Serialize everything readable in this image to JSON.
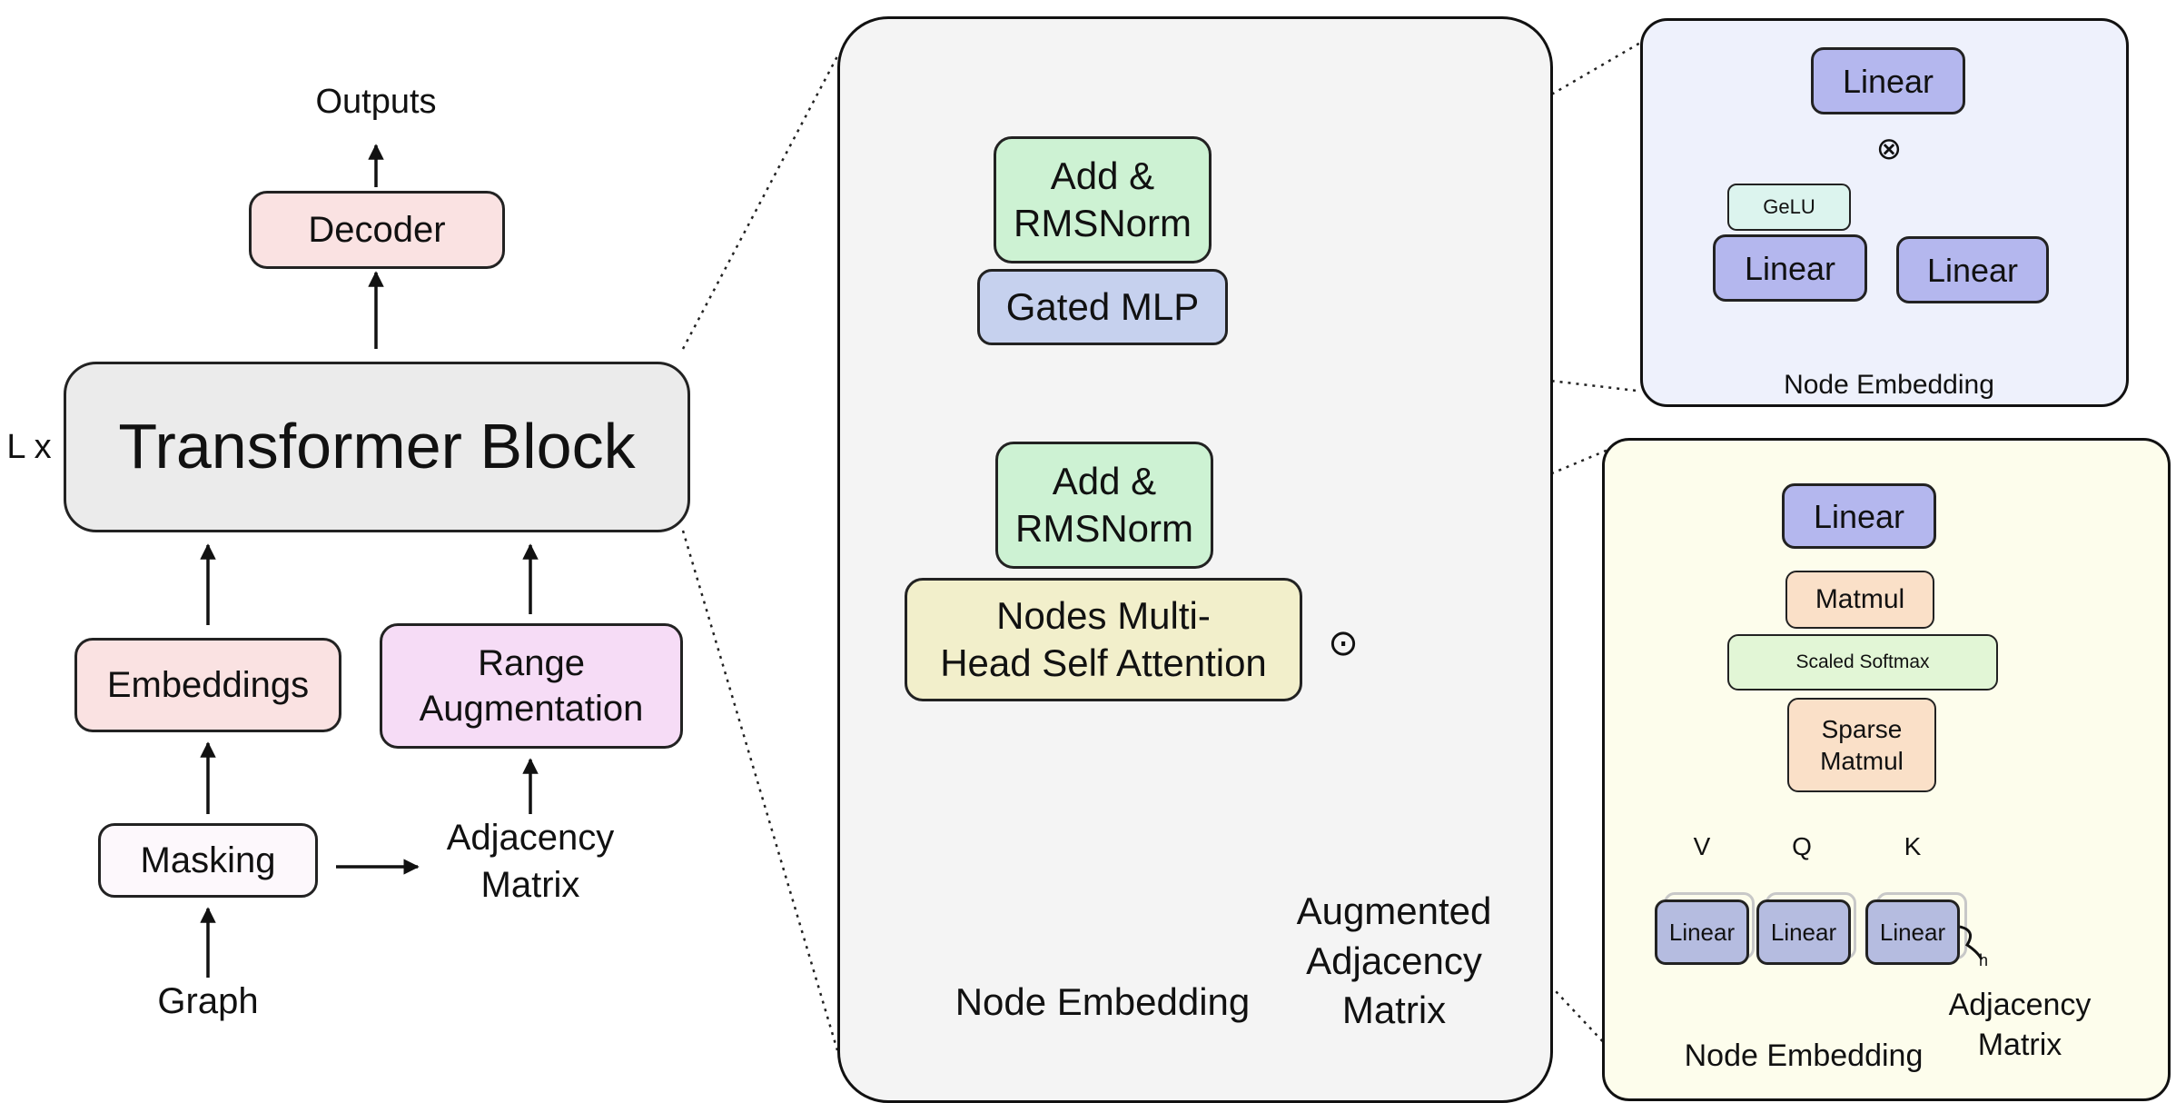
{
  "left": {
    "outputs": "Outputs",
    "decoder": "Decoder",
    "repeat": "L x",
    "transformer_block": "Transformer Block",
    "embeddings": "Embeddings",
    "range_augmentation": "Range\nAugmentation",
    "masking": "Masking",
    "adjacency_matrix": "Adjacency\nMatrix",
    "graph": "Graph"
  },
  "middle": {
    "add_norm_top": "Add &\nRMSNorm",
    "gated_mlp": "Gated MLP",
    "add_norm_bottom": "Add &\nRMSNorm",
    "attention": "Nodes Multi-\nHead Self Attention",
    "hadamard": "⊙",
    "node_embedding": "Node Embedding",
    "augmented_adjacency": "Augmented\nAdjacency\nMatrix"
  },
  "mlp_detail": {
    "linear_top": "Linear",
    "multiply": "⊗",
    "gelu": "GeLU",
    "linear_left": "Linear",
    "linear_right": "Linear",
    "node_embedding": "Node Embedding"
  },
  "attention_detail": {
    "linear_top": "Linear",
    "matmul": "Matmul",
    "scaled_softmax": "Scaled Softmax",
    "sparse_matmul": "Sparse\nMatmul",
    "v": "V",
    "q": "Q",
    "k": "K",
    "linear_v": "Linear",
    "linear_q": "Linear",
    "linear_k": "Linear",
    "h": "h",
    "node_embedding": "Node Embedding",
    "adjacency_matrix": "Adjacency\nMatrix"
  },
  "colors": {
    "pink": "#fae2e2",
    "block_gray": "#ebebeb",
    "magenta": "#f6dcf6",
    "green": "#cdf2d3",
    "blue": "#c6d1ee",
    "yellow": "#f2efcb",
    "purple": "#b4b7ee",
    "peach": "#fae0c8",
    "panel_gray": "#f4f4f4",
    "panel_blue": "#eef1fc",
    "panel_yellow": "#fdfdec"
  }
}
